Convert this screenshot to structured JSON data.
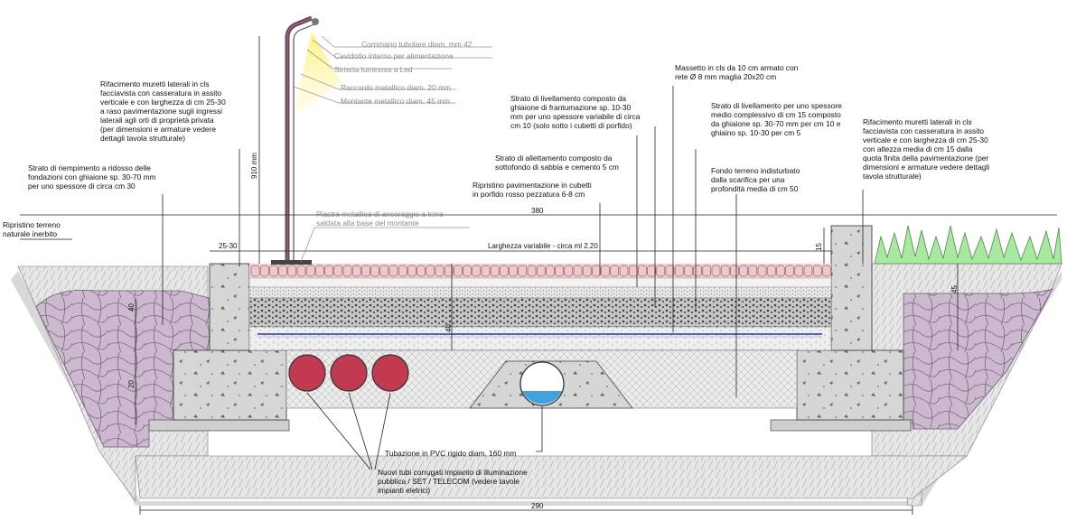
{
  "colors": {
    "soil": "#e4e4e4",
    "stone_fill": "#c9b5cc",
    "concrete": "#d4d4d4",
    "porphyry": "#f1c7cc",
    "sand_bed": "#f0f0f0",
    "grass": "#a8e8a0",
    "lamp_light": "#ffef5a",
    "corrugated_pipe": "#c23a50",
    "water": "#3fa3e0",
    "rebar_mesh": "#2233bb"
  },
  "icons": {
    "lamp": "street-lamp-icon",
    "grass": "grass-icon"
  },
  "labels": {
    "corrimano": "Corrimano  tubolare diam. mm 42",
    "cavidotto": "Cavidotto interno per alimentazione",
    "striscia": "Striscia luminosa a Led",
    "raccordo": "Raccordo metallico diam. 20 mm",
    "montante": "Montante metallico diam. 45 mm",
    "massetto": "Massetto in cls da 10 cm armato con\nrete Ø 8 mm maglia 20x20 cm",
    "rifacimento_left": "Rifacimento muretti laterali in cls\nfacciavista con casseratura in assito\nverticale e con larghezza di cm 25-30\na raso pavimentazione sugli ingressi\nlaterali agli orti di proprietà privata\n(per dimensioni e armature vedere\ndettagli tavola strutturale)",
    "strato_livellamento_left": "Strato di livellamento composto da\nghiaione di frantumazione sp. 10-30\nmm per uno spessore variabile di circa\ncm 10 (solo sotto i cubetti di porfido)",
    "strato_livellamento_right": "Strato di livellamento per uno spessore\nmedio complessivo di cm 15 composto\nda ghiaione sp. 30-70 mm per cm 10 e\nghiaino sp. 10-30 per cm 5",
    "rifacimento_right": "Rifacimento muretti laterali in cls\nfacciavista con casseratura in assito\nverticale e con larghezza di cm 25-30\ncon altezza media di cm 15 dalla\nquota finita della pavimentazione (per\ndimensioni e armature vedere dettagli\ntavola strutturale)",
    "allettamento": "Strato di allettamento composto da\nsottofondo di sabbia e cemento 5 cm",
    "riempimento": "Strato di riempimento a ridosso delle\nfondazioni con ghiaione sp. 30-70 mm\nper uno spessore di circa cm 30",
    "ripristino_pav": "Ripristino pavimentazione in cubetti\nin porfido rosso pezzatura 6-8 cm",
    "fondo": "Fondo terreno indisturbato\ndalla scarifica per una\nprofondità media di cm 50",
    "piastra": "Piastra metallica di ancoraggio a terra\nsaldata alla base del montante",
    "ripristino_terreno": "Ripristino terreno\nnaturale inerbito",
    "tubazione": "Tubazione in PVC rigido diam. 160 mm",
    "nuovi_tubi": "Nuovi tubi corrugati impianto di illuminazione\npubblica / SET / TELECOM (vedere tavole\nimpianti eletrici)"
  },
  "dimensions": {
    "h_910": "910 mm",
    "w_380": "380",
    "w_25_30": "25-30",
    "larghezza": "Larghezza variabile - circa ml 2.20",
    "d_15": "15",
    "d_45": "45",
    "d_40": "40",
    "d_40b": "40",
    "d_20": "20",
    "w_290": "290"
  }
}
